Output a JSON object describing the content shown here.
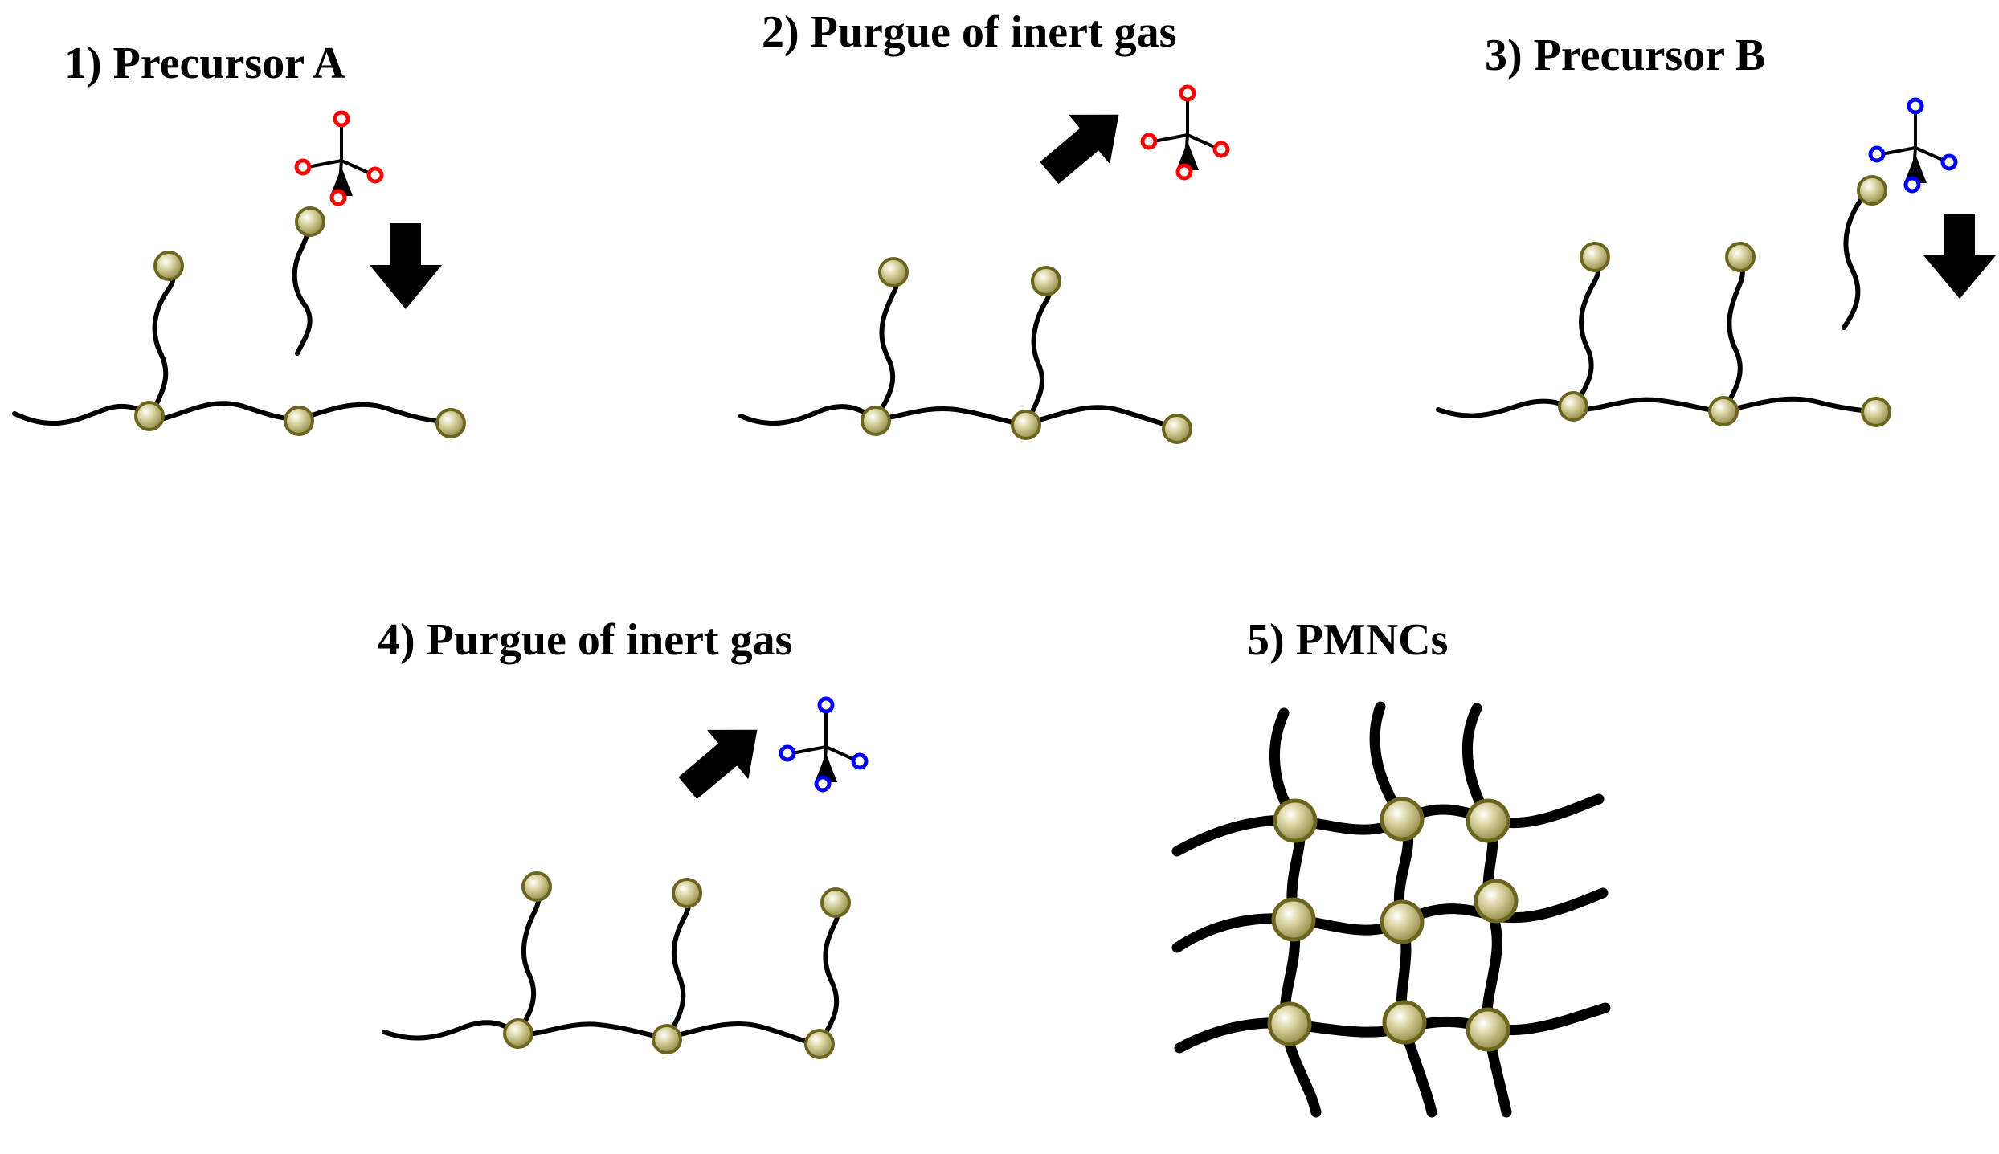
{
  "steps": [
    {
      "label": "1) Precursor A",
      "precursor_color": "#ff0000"
    },
    {
      "label": "2) Purgue of inert gas",
      "precursor_color": "#ff0000"
    },
    {
      "label": "3) Precursor B",
      "precursor_color": "#0000ff"
    },
    {
      "label": "4) Purgue of inert gas",
      "precursor_color": "#0000ff"
    },
    {
      "label": "5) PMNCs"
    }
  ],
  "colors": {
    "particle_fill": "#a09a52",
    "particle_stroke": "#6b6520",
    "precursor_a": "#ff0000",
    "precursor_b": "#0000ff",
    "line": "#000000"
  },
  "icons": {
    "down_arrow": "down-arrow-icon",
    "purge_arrow": "up-right-arrow-icon",
    "precursor_molecule": "molecule-icon"
  }
}
